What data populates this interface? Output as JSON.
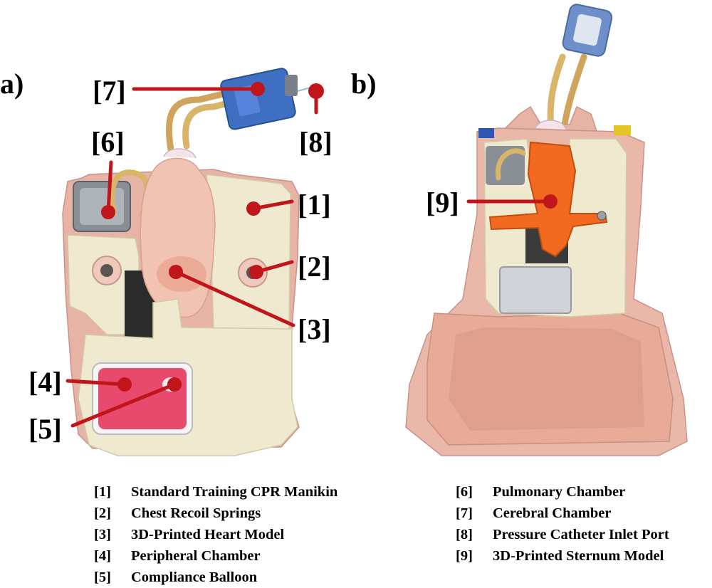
{
  "panels": {
    "a": {
      "letter": "a)"
    },
    "b": {
      "letter": "b)"
    }
  },
  "callouts": {
    "c1": "[1]",
    "c2": "[2]",
    "c3": "[3]",
    "c4": "[4]",
    "c5": "[5]",
    "c6": "[6]",
    "c7": "[7]",
    "c8": "[8]",
    "c9": "[9]"
  },
  "legend": {
    "left": [
      {
        "num": "[1]",
        "text": "Standard Training CPR Manikin"
      },
      {
        "num": "[2]",
        "text": "Chest Recoil Springs"
      },
      {
        "num": "[3]",
        "text": "3D-Printed Heart Model"
      },
      {
        "num": "[4]",
        "text": "Peripheral Chamber"
      },
      {
        "num": "[5]",
        "text": "Compliance Balloon"
      }
    ],
    "right": [
      {
        "num": "[6]",
        "text": "Pulmonary Chamber"
      },
      {
        "num": "[7]",
        "text": "Cerebral Chamber"
      },
      {
        "num": "[8]",
        "text": "Pressure Catheter Inlet Port"
      },
      {
        "num": "[9]",
        "text": "3D-Printed Sternum Model"
      }
    ]
  },
  "colors": {
    "callout_red": "#c0151b",
    "foam": "#efe9cf",
    "skin": "#e9b8a9",
    "heart": "#f1c3b2",
    "tube": "#d9b56a",
    "blue_block": "#3f6fc2",
    "orange_sternum": "#f26a1f",
    "pink_chamber": "#e84a6d"
  }
}
